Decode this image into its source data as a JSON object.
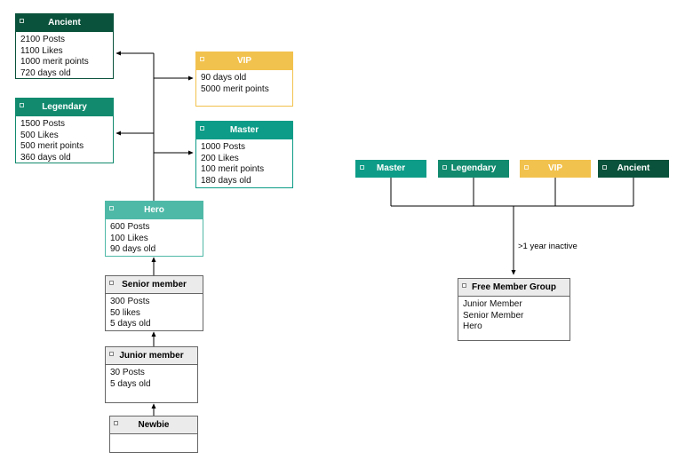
{
  "diagram": {
    "left": {
      "ancient": {
        "title": "Ancient",
        "lines": [
          "2100 Posts",
          "1100 Likes",
          "1000 merit points",
          "720 days old"
        ]
      },
      "legendary": {
        "title": "Legendary",
        "lines": [
          "1500 Posts",
          "500 Likes",
          "500 merit points",
          "360 days old"
        ]
      },
      "vip": {
        "title": "VIP",
        "lines": [
          "90 days old",
          "5000 merit points"
        ]
      },
      "master": {
        "title": "Master",
        "lines": [
          "1000 Posts",
          "200 Likes",
          "100 merit points",
          "180 days old"
        ]
      },
      "hero": {
        "title": "Hero",
        "lines": [
          "600 Posts",
          "100 Likes",
          "90 days old"
        ]
      },
      "senior": {
        "title": "Senior member",
        "lines": [
          "300 Posts",
          "50 likes",
          "5 days old"
        ]
      },
      "junior": {
        "title": "Junior member",
        "lines": [
          "30 Posts",
          "5 days old"
        ]
      },
      "newbie": {
        "title": "Newbie",
        "lines": []
      }
    },
    "right": {
      "tiers": [
        {
          "title": "Master"
        },
        {
          "title": "Legendary"
        },
        {
          "title": "VIP"
        },
        {
          "title": "Ancient"
        }
      ],
      "edge_label": ">1 year inactive",
      "free_group": {
        "title": "Free Member Group",
        "lines": [
          "Junior Member",
          "Senior Member",
          "Hero"
        ]
      }
    },
    "colors": {
      "ancient": "#0a523b",
      "legendary": "#118a6e",
      "master": "#0d9c87",
      "hero": "#4fb9a7",
      "vip": "#f2c24e",
      "header_gray": "#ebebeb",
      "border_gray": "#666666",
      "line": "#000000"
    }
  }
}
